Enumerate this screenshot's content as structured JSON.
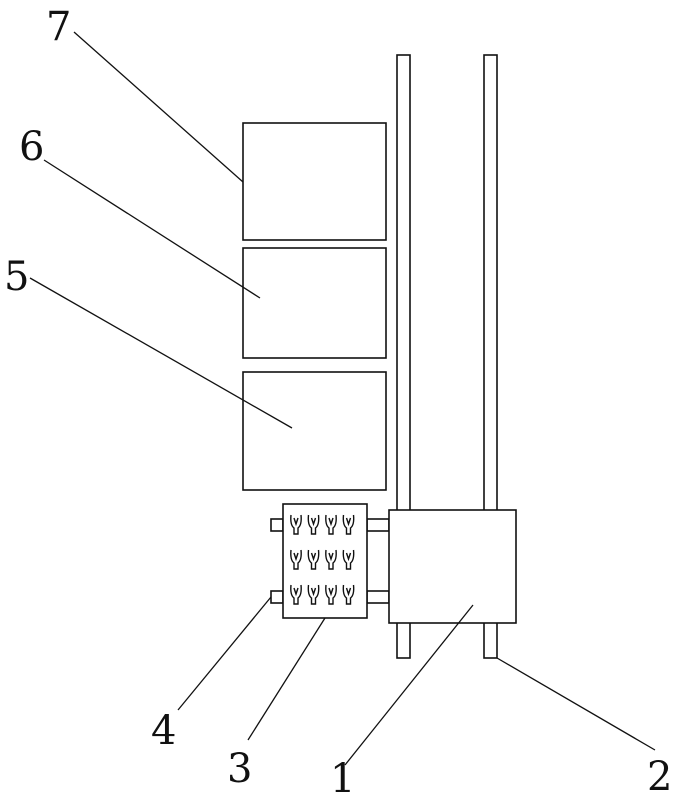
{
  "figure": {
    "labels": {
      "l1": "1",
      "l2": "2",
      "l3": "3",
      "l4": "4",
      "l5": "5",
      "l6": "6",
      "l7": "7"
    },
    "clip_grid": {
      "rows": 3,
      "cols": 4
    },
    "colors": {
      "line": "#111111",
      "background": "#ffffff"
    }
  }
}
